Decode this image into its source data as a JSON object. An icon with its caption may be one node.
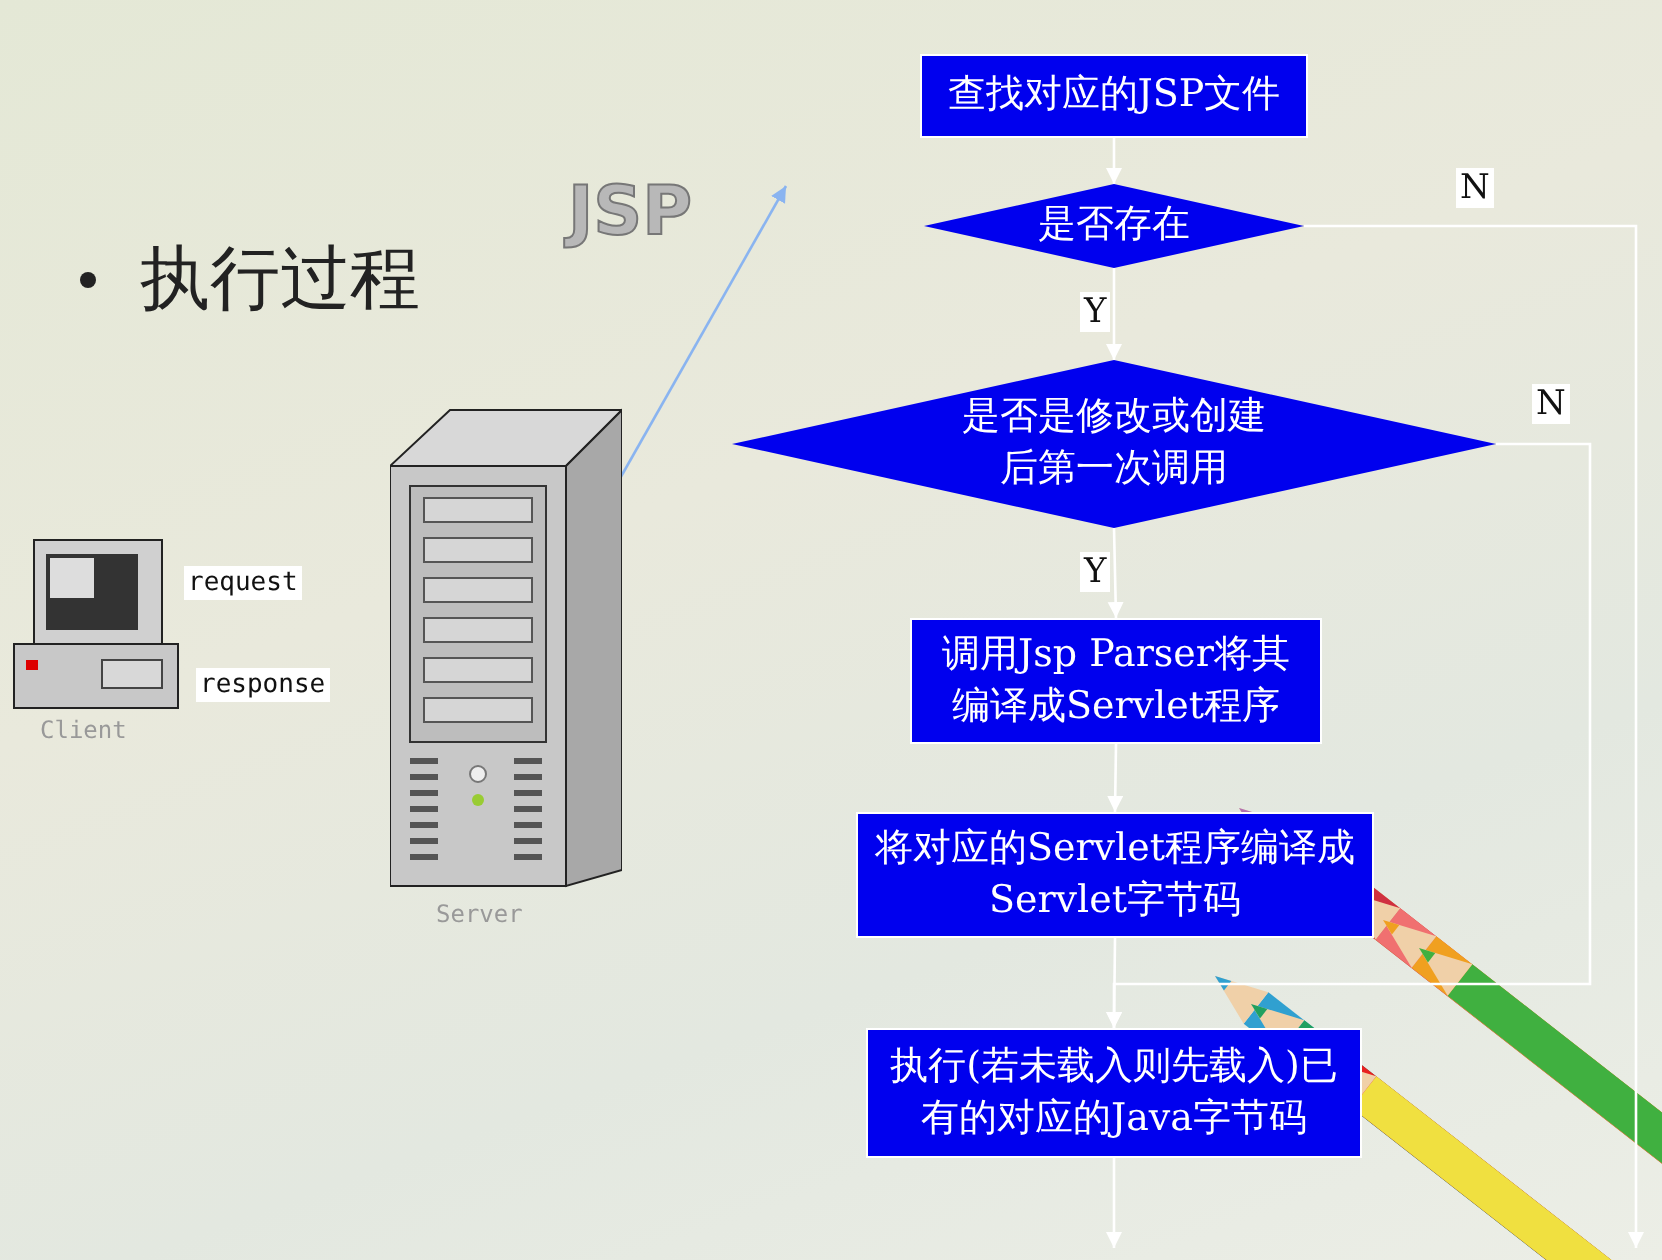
{
  "diagram": {
    "title": "执行过程",
    "nodes": [
      {
        "text": [],
        "shape": "picture",
        "beside": [
          "request",
          "response",
          "Client"
        ]
      },
      {
        "text": [],
        "shape": "picture",
        "beside": [
          "Server"
        ]
      },
      {
        "text": [
          "查找对应的JSP文件"
        ]
      },
      {
        "text": [
          "是否存在"
        ]
      },
      {
        "text": [
          "是否是修改或创建后第一次调用"
        ]
      },
      {
        "text": [
          "调用Jsp Parser将其编译成Servlet程序"
        ]
      },
      {
        "text": [
          "将对应的Servlet程序编译成Servlet字节码"
        ]
      },
      {
        "text": [
          "执行(若未载入则先载入)已有的对应的Java字节码"
        ]
      }
    ],
    "edges": [
      {
        "from": 1,
        "to": null,
        "arrow": "to",
        "color": "#8ab4f0"
      },
      {
        "from": 2,
        "to": 3,
        "arrow": "to"
      },
      {
        "from": 3,
        "to": 4,
        "arrow": "to",
        "label": "Y"
      },
      {
        "from": 4,
        "to": 5,
        "arrow": "to",
        "label": "Y"
      },
      {
        "from": 5,
        "to": 6,
        "arrow": "to"
      },
      {
        "from": 6,
        "to": 7,
        "arrow": "to"
      },
      {
        "from": 4,
        "to": 7,
        "arrow": "to",
        "label": "N"
      },
      {
        "from": 3,
        "to": null,
        "arrow": "to",
        "label": "N"
      },
      {
        "from": 7,
        "to": null,
        "arrow": "to"
      }
    ],
    "labels": [
      "JSP"
    ]
  }
}
